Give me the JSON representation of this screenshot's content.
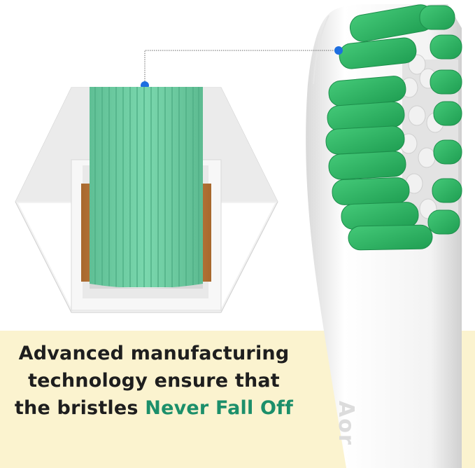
{
  "caption": {
    "line1": "Advanced manufacturing",
    "line2": "technology ensure that",
    "line3_prefix": "the bristles ",
    "line3_highlight": "Never Fall Off"
  },
  "brand_mark": "Aor",
  "colors": {
    "bristle_green": "#2fb565",
    "bristle_white": "#ebebeb",
    "tuft_green": "#6fcca3",
    "caption_bg": "#fbf3cf",
    "highlight": "#1c8f6a",
    "pointer_dot": "#1e6fe0",
    "anchor_copper": "#c98a46"
  }
}
